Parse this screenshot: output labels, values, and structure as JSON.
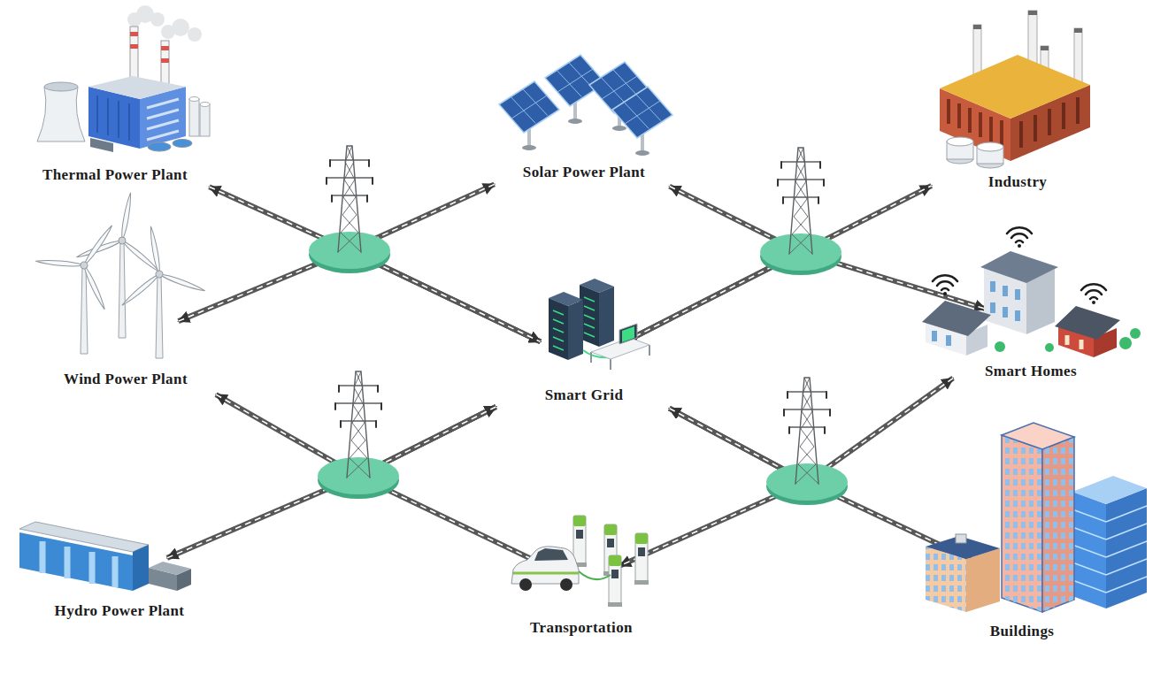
{
  "diagram": {
    "nodes": [
      {
        "text": [
          "Thermal Power Plant"
        ]
      },
      {
        "text": [
          "Solar Power Plant"
        ]
      },
      {
        "text": [
          "Industry"
        ]
      },
      {
        "text": [
          "Wind Power Plant"
        ]
      },
      {
        "text": [
          "Smart Grid"
        ]
      },
      {
        "text": [
          "Smart Homes"
        ]
      },
      {
        "text": [
          "Hydro Power Plant"
        ]
      },
      {
        "text": [
          "Transportation"
        ]
      },
      {
        "text": [
          "Buildings"
        ]
      }
    ],
    "edges": [
      {
        "from": 0,
        "to": 4,
        "arrow": "both"
      },
      {
        "from": 1,
        "to": 4,
        "arrow": "both"
      },
      {
        "from": 3,
        "to": 4,
        "arrow": "both"
      },
      {
        "from": 1,
        "to": 4,
        "arrow": "both"
      },
      {
        "from": 4,
        "to": 2,
        "arrow": "both"
      },
      {
        "from": 4,
        "to": 5,
        "arrow": "both"
      },
      {
        "from": 3,
        "to": 4,
        "arrow": "both"
      },
      {
        "from": 6,
        "to": 4,
        "arrow": "both"
      },
      {
        "from": 4,
        "to": 7,
        "arrow": "both"
      },
      {
        "from": 4,
        "to": 7,
        "arrow": "both"
      },
      {
        "from": 4,
        "to": 5,
        "arrow": "both"
      },
      {
        "from": 4,
        "to": 8,
        "arrow": "both"
      }
    ]
  }
}
